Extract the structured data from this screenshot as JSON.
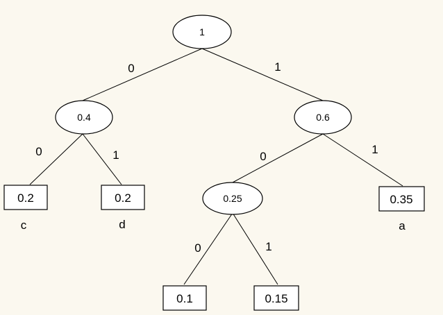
{
  "tree": {
    "nodes": {
      "root": "1",
      "left": "0.4",
      "right": "0.6",
      "right_left": "0.25"
    },
    "leaves": {
      "c": "0.2",
      "d": "0.2",
      "a": "0.35",
      "rl_left": "0.1",
      "rl_right": "0.15"
    },
    "edge_labels": {
      "root_left": "0",
      "root_right": "1",
      "left_left": "0",
      "left_right": "1",
      "right_left": "0",
      "right_right": "1",
      "rl_left": "0",
      "rl_right": "1"
    },
    "symbols": {
      "c": "c",
      "d": "d",
      "a": "a"
    }
  }
}
